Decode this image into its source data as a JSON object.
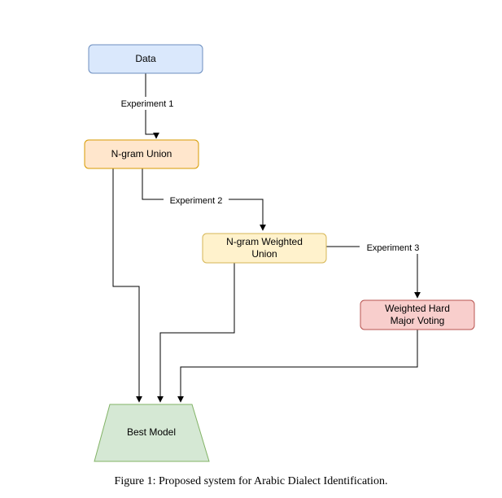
{
  "nodes": {
    "data": {
      "label": "Data",
      "fill": "#dae8fc",
      "stroke": "#6c8ebf"
    },
    "ngram_union": {
      "label": "N-gram Union",
      "fill": "#ffe6cc",
      "stroke": "#d79b00"
    },
    "ngram_weighted_union": {
      "line1": "N-gram Weighted",
      "line2": "Union",
      "fill": "#fff2cc",
      "stroke": "#d6b656"
    },
    "weighted_hard_voting": {
      "line1": "Weighted Hard",
      "line2": "Major Voting",
      "fill": "#f8cecc",
      "stroke": "#b85450"
    },
    "best_model": {
      "label": "Best Model",
      "fill": "#d5e8d4",
      "stroke": "#82b366"
    }
  },
  "edges": {
    "experiment1": "Experiment 1",
    "experiment2": "Experiment 2",
    "experiment3": "Experiment 3"
  },
  "caption": "Figure 1: Proposed system for Arabic Dialect Identification."
}
